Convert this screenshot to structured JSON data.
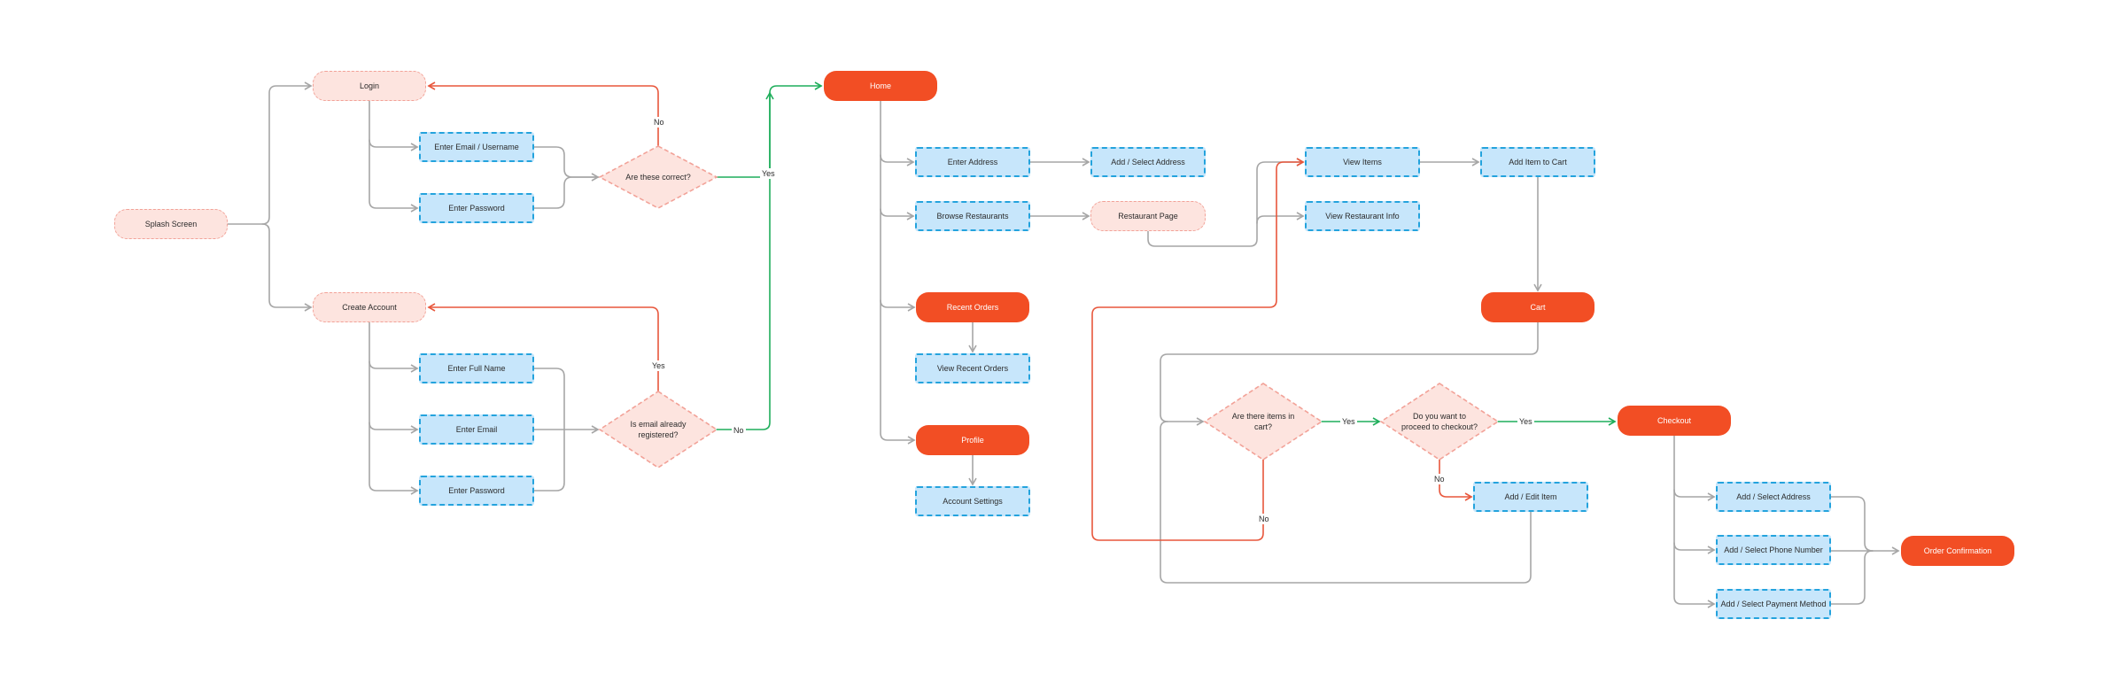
{
  "colors": {
    "connector": "#a6a6a6",
    "reject": "#e8573c",
    "accept": "#1fae5b",
    "primary_fill": "#f24e24",
    "secondary_fill": "#fde4df",
    "input_fill": "#c7e6fb",
    "input_border": "#24a3dd"
  },
  "nodes": {
    "splash": "Splash Screen",
    "login": "Login",
    "login_email": "Enter Email / Username",
    "login_password": "Enter Password",
    "create_account": "Create Account",
    "full_name": "Enter Full Name",
    "signup_email": "Enter Email",
    "signup_password": "Enter Password",
    "home": "Home",
    "enter_address": "Enter Address",
    "add_select_address_home": "Add / Select Address",
    "browse_restaurants": "Browse Restaurants",
    "restaurant_page": "Restaurant Page",
    "recent_orders": "Recent Orders",
    "view_recent_orders": "View Recent Orders",
    "profile": "Profile",
    "account_settings": "Account Settings",
    "view_items": "View Items",
    "view_restaurant_info": "View Restaurant Info",
    "add_item_to_cart": "Add Item to Cart",
    "cart": "Cart",
    "add_edit_item": "Add / Edit Item",
    "checkout": "Checkout",
    "checkout_address": "Add / Select Address",
    "checkout_phone": "Add / Select Phone Number",
    "checkout_payment": "Add / Select Payment Method",
    "order_confirmation": "Order Confirmation"
  },
  "decisions": {
    "correct": "Are these correct?",
    "registered": "Is email already registered?",
    "items_in_cart": "Are there items in cart?",
    "proceed_checkout": "Do you want to proceed to checkout?"
  },
  "edge_labels": {
    "correct_no": "No",
    "correct_yes": "Yes",
    "registered_yes": "Yes",
    "registered_no": "No",
    "items_yes": "Yes",
    "items_no": "No",
    "proceed_yes": "Yes",
    "proceed_no": "No"
  }
}
